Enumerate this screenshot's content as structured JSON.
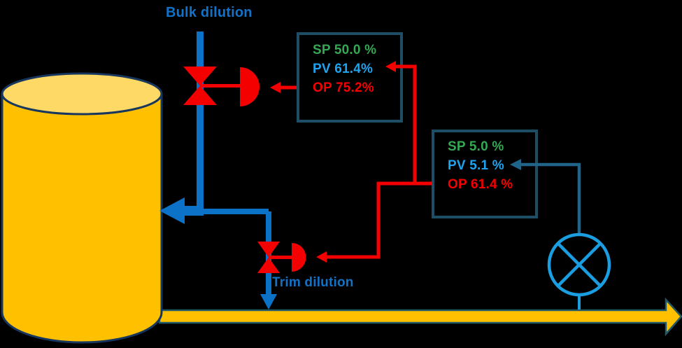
{
  "diagram": {
    "labels": {
      "bulk_line": "Bulk dilution",
      "trim_line": "Trim dilution"
    },
    "controllers": {
      "bulk": {
        "sp": "SP 50.0 %",
        "pv": "PV 61.4%",
        "op": "OP 75.2%"
      },
      "trim": {
        "sp": "SP 5.0 %",
        "pv": "PV 5.1 %",
        "op": "OP 61.4 %"
      }
    },
    "icons": {
      "tank": "storage-tank",
      "valves": "control-valve-with-actuator",
      "analyzer": "analyzer-transmitter-circle-x",
      "flow": "flow-direction-arrow"
    },
    "colors": {
      "background": "#000000",
      "sp_green": "#34A853",
      "pv_blue": "#1FA3F0",
      "op_red": "#F40000",
      "piping_blue": "#0B72C8",
      "label_blue": "#1272C8",
      "analyzer_blue": "#1B9DE2",
      "signal_teal": "#20648A",
      "box_border": "#1E4E66",
      "tank_yellow": "#FFC000",
      "tank_top_yellow": "#FFD966",
      "outline_navy": "#17375E",
      "pipe_outline": "#215968"
    }
  }
}
